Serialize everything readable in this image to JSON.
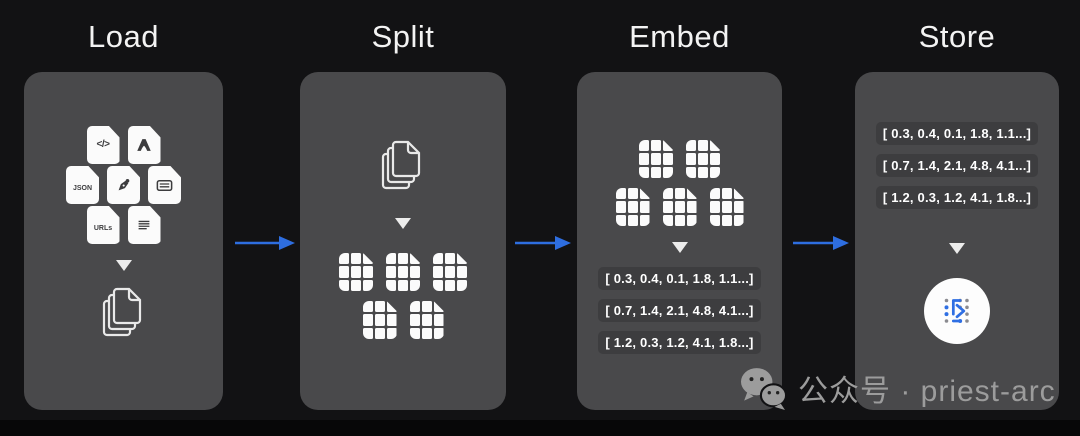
{
  "diagram": {
    "steps": [
      {
        "label": "Load"
      },
      {
        "label": "Split"
      },
      {
        "label": "Embed"
      },
      {
        "label": "Store"
      }
    ],
    "load_files": {
      "code_glyph": "</>",
      "json_label": "JSON",
      "urls_label": "URLs"
    },
    "vectors": [
      "[ 0.3, 0.4, 0.1, 1.8, 1.1...]",
      "[ 0.7, 1.4, 2.1, 4.8, 4.1...]",
      "[ 1.2, 0.3, 1.2, 4.1, 1.8...]"
    ],
    "watermark": {
      "label": "公众号 · priest-arc"
    },
    "colors": {
      "arrow_blue": "#2e6ee0",
      "panel_gray": "#49494b",
      "background": "#121214",
      "store_icon_blue": "#2f6fe3"
    }
  }
}
